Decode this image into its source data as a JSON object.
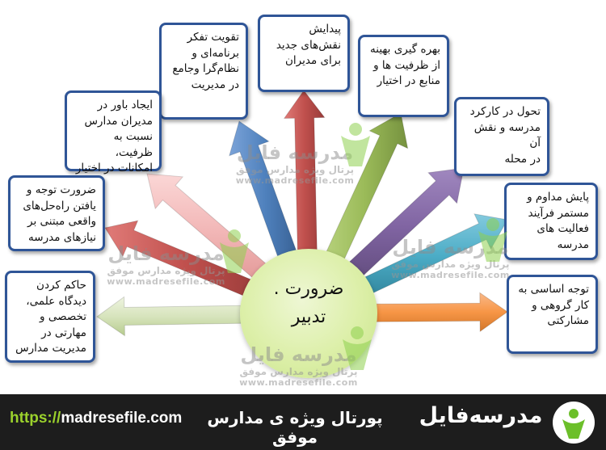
{
  "center_label": "ضرورت .\nتدبیر",
  "boxes": {
    "top": "پیدایش\nنقش‌های جدید\nبرای مدیران",
    "top_left1": "تقویت تفکر\nبرنامه‌ای و\nنظام‌گرا وجامع\nدر مدیریت",
    "left1": "ایجاد باور در\nمدیران مدارس\nنسبت به ظرفیت،\nامکانات در اختیار",
    "left2": "ضرورت توجه و\nیافتن راه‌حل‌های\nواقعی مبتنی بر\nنیازهای مدرسه",
    "left3": "حاکم کردن\nدیدگاه علمی،\nتخصصی و\nمهارتی در\nمدیریت مدارس",
    "top_right1": "بهره گیری بهینه\nاز ظرفیت ها و\nمنابع در اختیار",
    "right1": "تحول در کارکرد\nمدرسه و نقش آن\nدر محله",
    "right2": "پایش مداوم و\nمستمر فرآیند\nفعالیت های\nمدرسه",
    "right3": "توجه اساسی به\nکار گروهی و\nمشارکتی"
  },
  "watermark": {
    "title": "مدرسه فایل",
    "subtitle": "پرتال ویژه مدارس موفق",
    "url": "www.madresefile.com"
  },
  "footer": {
    "url_prefix": "https://",
    "url_main": "madresefile.com",
    "tagline": "پورتال ویژه ی مدارس موفق",
    "brand": "مدرسه‌فایل"
  },
  "colors": {
    "box_border": "#2f5597",
    "arrow_top": "#c0504d",
    "arrow_top_left1": "#4f81bd",
    "arrow_left1": "#f2b7b7",
    "arrow_left2": "#c0504d",
    "arrow_left3": "#d7e4bd",
    "arrow_top_right1": "#9bbb59",
    "arrow_right1": "#8064a2",
    "arrow_right2": "#4bacc6",
    "arrow_right3": "#f79646",
    "footer_bg": "#1d1d1d",
    "accent_green": "#9bd12c"
  }
}
